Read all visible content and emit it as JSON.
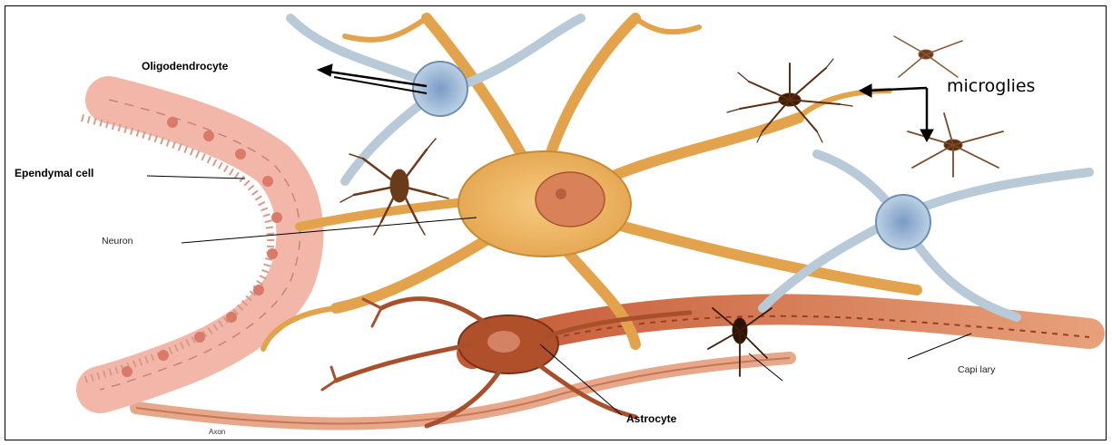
{
  "labels": {
    "oligodendrocyte": "Oligodendrocyte",
    "ependymal": "Ependymal cell",
    "neuron": "Neuron",
    "astrocyte": "Astrocyte",
    "capillary": "Capi lary",
    "axon": "Axon",
    "microglies": "microglies"
  },
  "colors": {
    "neuron_body": "#f0b560",
    "neuron_outline": "#c98a35",
    "nucleus": "#d9825a",
    "ependymal": "#f2b7a8",
    "oligodendrocyte": "#a9c4dc",
    "astrocyte": "#b0502a",
    "microglia": "#6b3a1a",
    "capillary": "#c0603a"
  }
}
